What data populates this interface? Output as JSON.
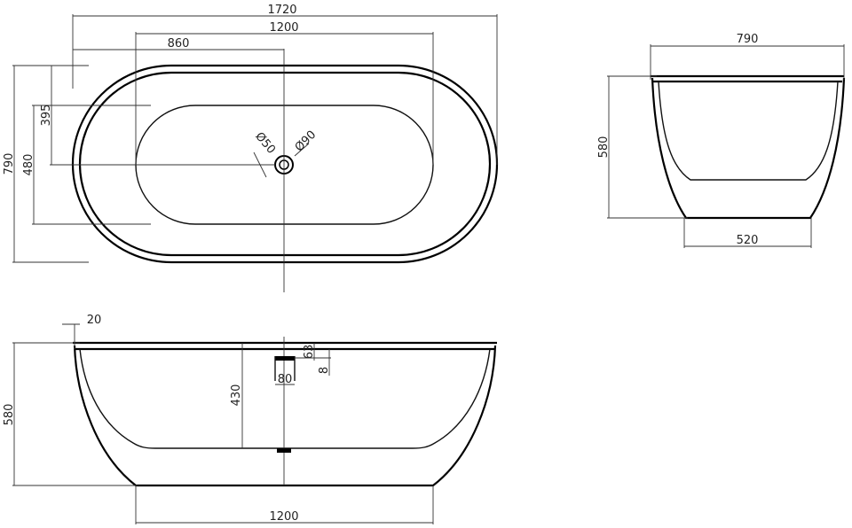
{
  "plan_view": {
    "overall_length": "1720",
    "inner_length": "1200",
    "drain_offset": "860",
    "overall_width": "790",
    "inner_width": "480",
    "drain_center": "395",
    "drain_small_dia": "Ø50",
    "drain_large_dia": "Ø90"
  },
  "side_view": {
    "overall_width": "790",
    "height": "580",
    "base_width": "520"
  },
  "front_view": {
    "rim": "20",
    "height": "580",
    "inner_depth": "430",
    "overflow_height": "63",
    "overflow_width": "80",
    "overflow_offset": "8",
    "base_length": "1200"
  }
}
